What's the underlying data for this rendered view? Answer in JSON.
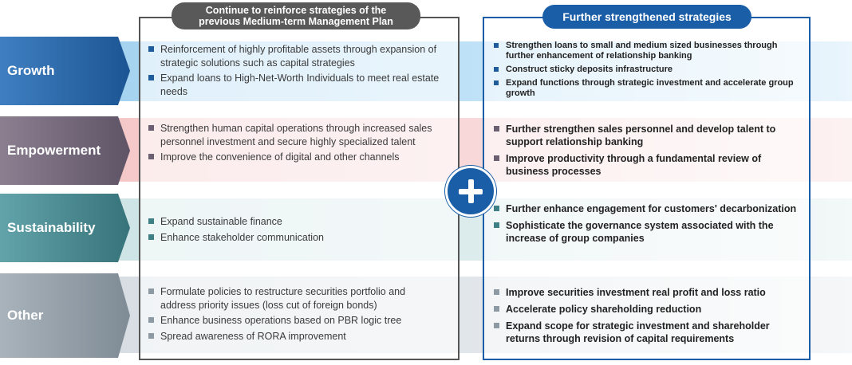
{
  "headers": {
    "left_line1": "Continue to reinforce strategies of the",
    "left_line2": "previous Medium-term Management Plan",
    "right": "Further strengthened strategies"
  },
  "colors": {
    "growth": "#1f5c9c",
    "empowerment": "#6b6072",
    "sustainability": "#3f7f86",
    "other": "#8d99a3",
    "accent_blue": "#1a5ea8",
    "header_gray": "#595959"
  },
  "rows": [
    {
      "label": "Growth",
      "left": [
        "Reinforcement of highly profitable assets through expansion of strategic solutions such as capital strategies",
        "Expand loans to High-Net-Worth Individuals to meet real estate needs"
      ],
      "right": [
        "Strengthen loans to small and medium sized businesses through further enhancement of relationship banking",
        "Construct sticky deposits infrastructure",
        "Expand functions through strategic investment and accelerate group growth"
      ]
    },
    {
      "label": "Empowerment",
      "left": [
        "Strengthen human capital operations through increased sales personnel investment and secure highly specialized talent",
        "Improve the convenience of digital and other channels"
      ],
      "right": [
        "Further strengthen sales personnel and develop talent to support relationship banking",
        "Improve productivity through a fundamental review of business processes"
      ]
    },
    {
      "label": "Sustainability",
      "left": [
        "Expand sustainable finance",
        "Enhance stakeholder communication"
      ],
      "right": [
        "Further enhance engagement for customers' decarbonization",
        "Sophisticate the governance system associated with the increase of group companies"
      ]
    },
    {
      "label": "Other",
      "left": [
        "Formulate policies to restructure securities portfolio and address priority issues (loss cut of foreign bonds)",
        "Enhance business operations based on PBR logic tree",
        "Spread awareness of RORA improvement"
      ],
      "right": [
        "Improve securities investment real profit and loss ratio",
        "Accelerate policy shareholding reduction",
        "Expand scope for strategic investment and shareholder returns through revision of capital requirements"
      ]
    }
  ]
}
